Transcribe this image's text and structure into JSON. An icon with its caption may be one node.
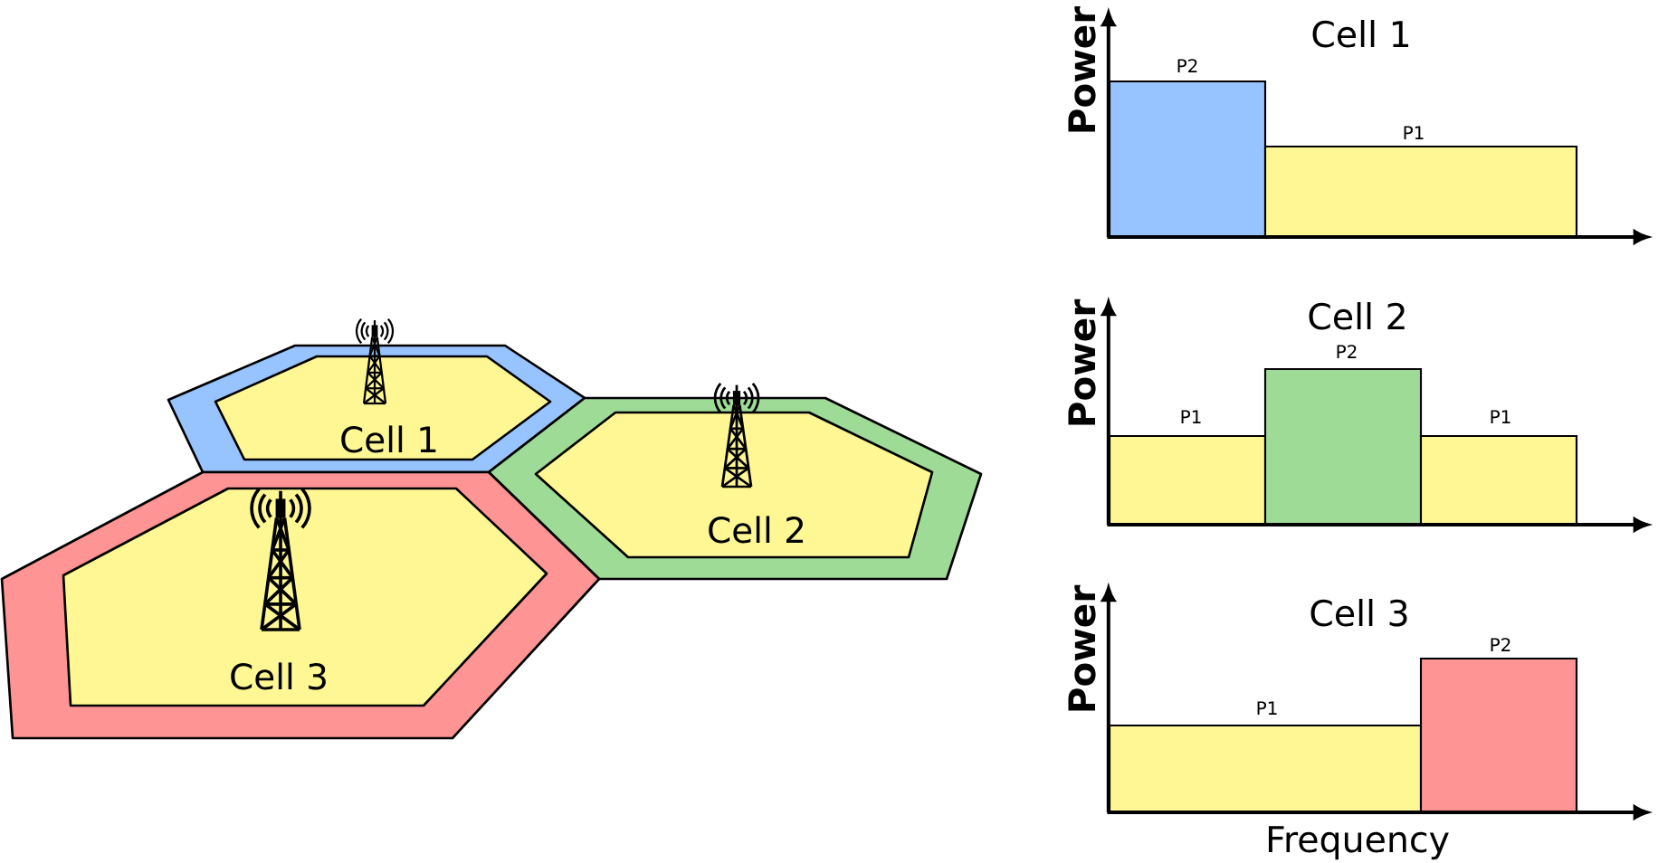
{
  "diagram": {
    "nodes": [
      {
        "text": [
          "Cell 1"
        ]
      },
      {
        "text": [
          "Cell 2"
        ]
      },
      {
        "text": [
          "Cell 3"
        ]
      },
      {
        "text": [
          "P2"
        ]
      },
      {
        "text": [
          "P1"
        ]
      },
      {
        "text": [
          "P1"
        ]
      },
      {
        "text": [
          "P2"
        ]
      },
      {
        "text": [
          "P1"
        ]
      },
      {
        "text": [
          "P1"
        ]
      },
      {
        "text": [
          "P2"
        ]
      }
    ],
    "edges": [],
    "labels": [
      "Power",
      "Cell 1",
      "Power",
      "Cell 2",
      "Power",
      "Cell 3",
      "Frequency"
    ]
  }
}
